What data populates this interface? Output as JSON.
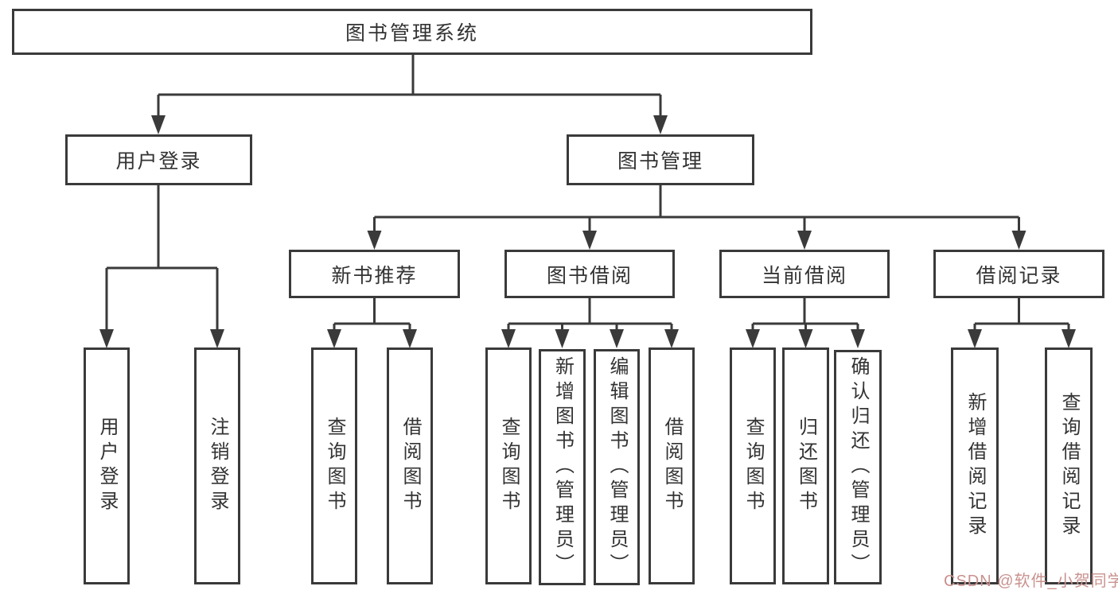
{
  "diagram": {
    "type": "hierarchy-tree",
    "tree": {
      "root": {
        "label": "图书管理系统",
        "children": [
          {
            "label": "用户登录",
            "children": [
              {
                "label": "用户登录"
              },
              {
                "label": "注销登录"
              }
            ]
          },
          {
            "label": "图书管理",
            "children": [
              {
                "label": "新书推荐",
                "children": [
                  {
                    "label": "查询图书"
                  },
                  {
                    "label": "借阅图书"
                  }
                ]
              },
              {
                "label": "图书借阅",
                "children": [
                  {
                    "label": "查询图书"
                  },
                  {
                    "label": "新增图书（管理员）"
                  },
                  {
                    "label": "编辑图书（管理员）"
                  },
                  {
                    "label": "借阅图书"
                  }
                ]
              },
              {
                "label": "当前借阅",
                "children": [
                  {
                    "label": "查询图书"
                  },
                  {
                    "label": "归还图书"
                  },
                  {
                    "label": "确认归还（管理员）"
                  }
                ]
              },
              {
                "label": "借阅记录",
                "children": [
                  {
                    "label": "新增借阅记录"
                  },
                  {
                    "label": "查询借阅记录"
                  }
                ]
              }
            ]
          }
        ]
      }
    },
    "colors": {
      "line": "#3a3a3a",
      "box_border": "#3a3a3a",
      "box_fill": "#ffffff",
      "text": "#333333",
      "background": "#ffffff",
      "watermark": "#c9928f"
    }
  },
  "watermark": {
    "text": "CSDN @软件_小贺同学"
  }
}
